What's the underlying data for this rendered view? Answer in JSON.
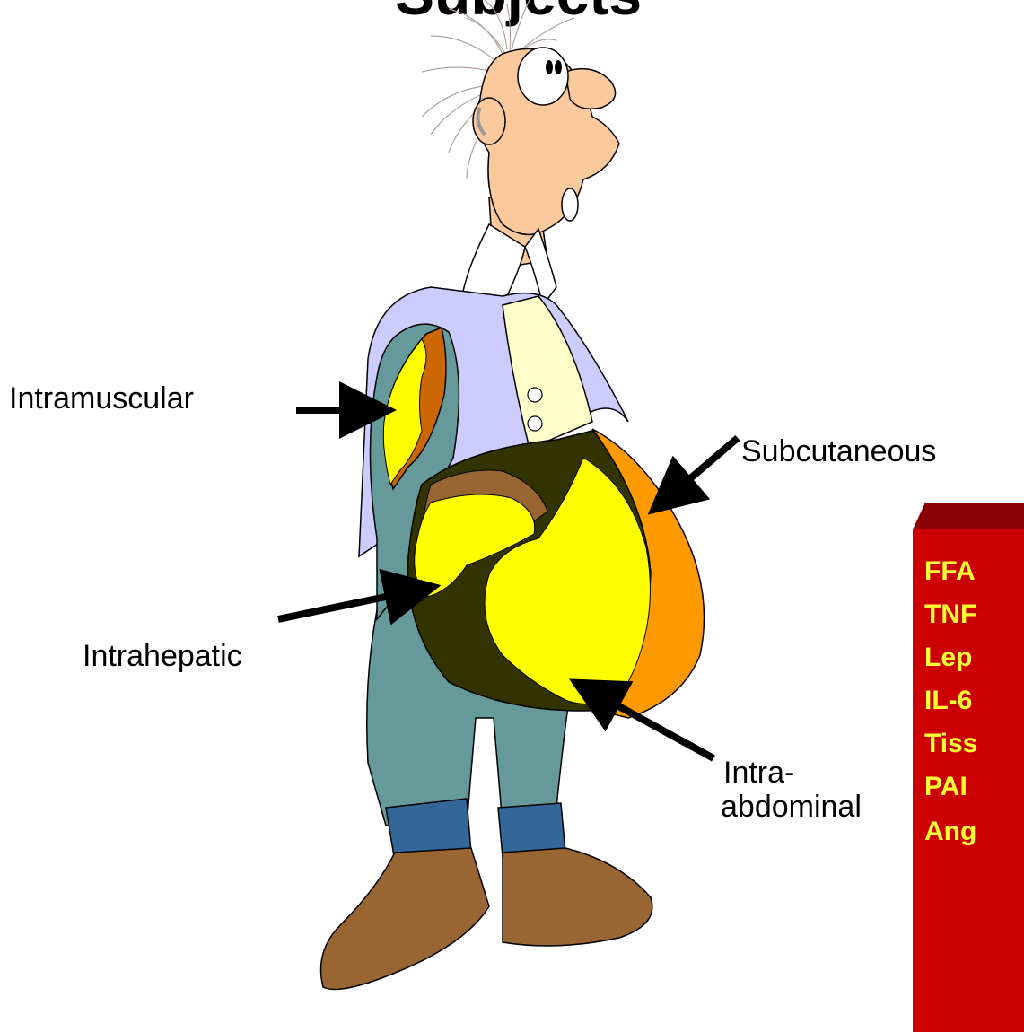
{
  "title": "Subjects",
  "labels": {
    "intramuscular": "Intramuscular",
    "subcutaneous": "Subcutaneous",
    "intrahepatic": "Intrahepatic",
    "intra_abdominal_line1": "Intra-",
    "intra_abdominal_line2": "abdominal"
  },
  "factors": [
    "FFA",
    "TNF",
    "Lep",
    "IL-6",
    "Tiss",
    "PAI",
    "Ang"
  ],
  "colors": {
    "fat_yellow": "#ffff00",
    "subcutaneous_orange": "#ff9900",
    "factor_box": "#cc0000",
    "factor_text": "#ffff33"
  }
}
